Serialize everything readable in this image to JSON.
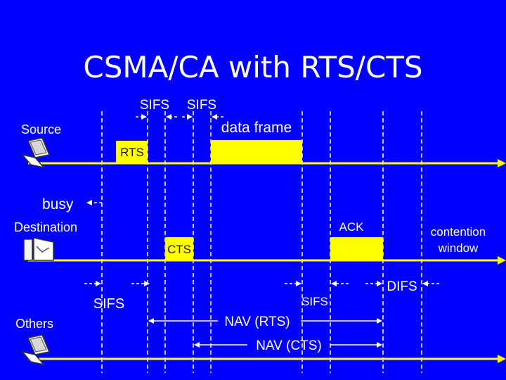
{
  "title": "CSMA/CA with RTS/CTS",
  "colors": {
    "background": "#0000FF",
    "frame": "#FFFF00",
    "timeline": "#FFFF00",
    "text": "#FFFFFF",
    "arrow": "#FFFFFF"
  },
  "stations": {
    "source": {
      "label": "Source",
      "icon": "laptop-icon"
    },
    "destination": {
      "label": "Destination",
      "icon": "laptop-icon"
    },
    "others": {
      "label": "Others",
      "icon": "laptop-icon"
    }
  },
  "frames": {
    "rts": "RTS",
    "data": "data frame",
    "cts": "CTS",
    "ack": "ACK"
  },
  "labels": {
    "sifs_1": "SIFS",
    "sifs_2": "SIFS",
    "sifs_3": "SIFS",
    "sifs_4": "SIFS",
    "busy": "busy",
    "difs": "DIFS",
    "contention_line1": "contention",
    "contention_line2": "window",
    "nav_rts": "NAV (RTS)",
    "nav_cts": "NAV (CTS)"
  }
}
